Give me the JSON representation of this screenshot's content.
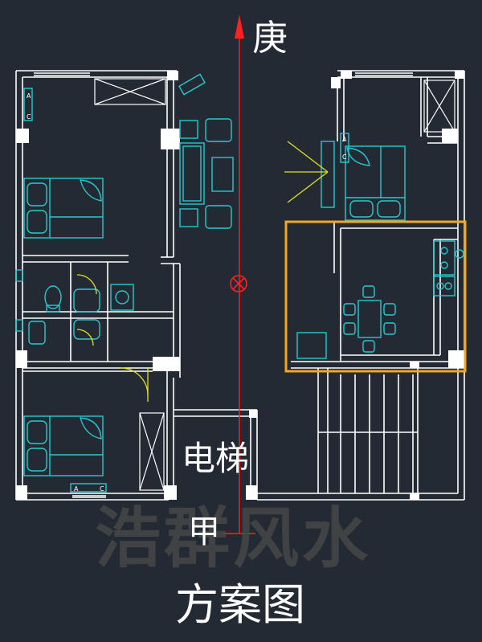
{
  "labels": {
    "north_direction": "庚",
    "south_direction": "甲",
    "elevator": "电梯",
    "title": "方案图"
  },
  "watermark": "浩群风水",
  "door_tags": [
    "A",
    "C"
  ],
  "colors": {
    "background": "#232a33",
    "walls": "#ffffff",
    "furniture": "#27c9cf",
    "axis_arrow": "#ff2020",
    "door_swing": "#e3e020",
    "highlight": "#f2a623",
    "text": "#ffffff",
    "watermark": "#4a4a4a"
  }
}
